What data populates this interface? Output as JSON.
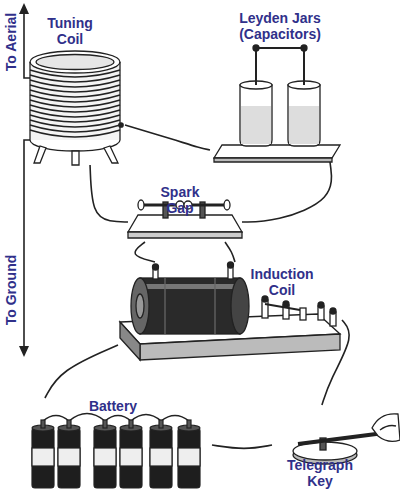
{
  "diagram": {
    "nodes": [
      {
        "text": [
          "Tuning Coil"
        ]
      },
      {
        "text": [
          "Leyden Jars (Capacitors)"
        ]
      },
      {
        "text": [
          "Spark Gap"
        ]
      },
      {
        "text": [
          "Induction Coil"
        ]
      },
      {
        "text": [
          "Battery"
        ]
      },
      {
        "text": [
          "Telegraph Key"
        ]
      }
    ],
    "edges": [
      {
        "from": 0,
        "to": 1,
        "arrow": "none"
      },
      {
        "from": 1,
        "to": 2,
        "arrow": "none"
      },
      {
        "from": 0,
        "to": 2,
        "arrow": "none"
      },
      {
        "from": 2,
        "to": 3,
        "arrow": "none"
      },
      {
        "from": 2,
        "to": 3,
        "arrow": "none"
      },
      {
        "from": 3,
        "to": 4,
        "arrow": "none"
      },
      {
        "from": 4,
        "to": 5,
        "arrow": "none"
      },
      {
        "from": 5,
        "to": 3,
        "arrow": "none"
      }
    ],
    "labels": [
      "To Aerial",
      "To Ground"
    ]
  }
}
